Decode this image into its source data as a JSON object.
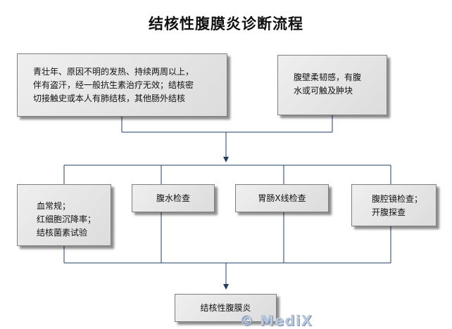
{
  "title": "结核性腹膜炎诊断流程",
  "boxes": {
    "history": {
      "lines": [
        "青壮年、原因不明的发热、持续两周以上，",
        "伴有盗汗，经一般抗生素治疗无效；结核密",
        "切接触史或本人有肺结核，其他肠外结核"
      ]
    },
    "signs": {
      "lines": [
        "腹壁柔韧感，有腹",
        "水或可触及肿块"
      ]
    },
    "blood": {
      "lines": [
        "血常规；",
        "红细胞沉降率；",
        "结核菌素试验"
      ]
    },
    "ascites": {
      "label": "腹水检查"
    },
    "gi_xray": {
      "label": "胃肠X线检查"
    },
    "laparoscopy": {
      "lines": [
        "腹腔镜检查；",
        "开腹探查"
      ]
    },
    "result": {
      "label": "结核性腹膜炎"
    }
  },
  "watermark": "© MediX"
}
